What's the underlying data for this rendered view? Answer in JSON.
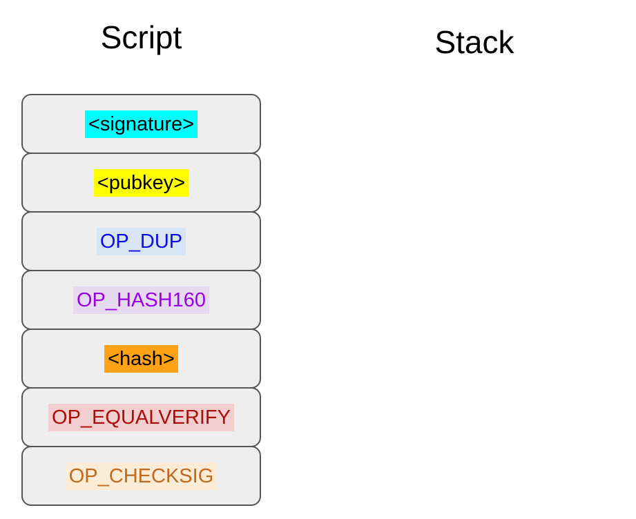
{
  "page": {
    "background_color": "#ffffff"
  },
  "headers": {
    "script": "Script",
    "stack": "Stack"
  },
  "script_column": {
    "box_fill_color": "#eeeeee",
    "box_border_color": "#545454",
    "items": [
      {
        "label": "<signature>",
        "text_color": "#000000",
        "highlight_color": "#00ffff"
      },
      {
        "label": "<pubkey>",
        "text_color": "#000000",
        "highlight_color": "#ffff00"
      },
      {
        "label": "OP_DUP",
        "text_color": "#0b0be8",
        "highlight_color": "#d8e5f5"
      },
      {
        "label": "OP_HASH160",
        "text_color": "#9900e6",
        "highlight_color": "#e5daf0"
      },
      {
        "label": "<hash>",
        "text_color": "#000000",
        "highlight_color": "#ffa216"
      },
      {
        "label": "OP_EQUALVERIFY",
        "text_color": "#a90d0d",
        "highlight_color": "#f4cfcf"
      },
      {
        "label": "OP_CHECKSIG",
        "text_color": "#bf6a1e",
        "highlight_color": "#fcebd5"
      }
    ]
  },
  "stack_column": {
    "items": []
  }
}
